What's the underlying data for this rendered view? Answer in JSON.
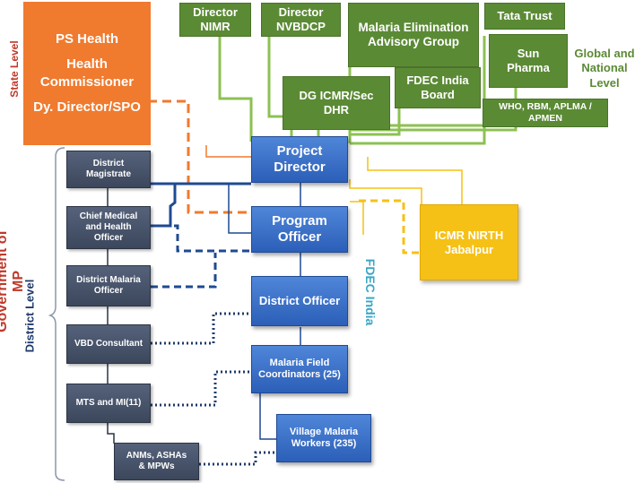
{
  "state_box": {
    "line1": "PS  Health",
    "line2": "Health",
    "line3": "Commissioner",
    "line4": "Dy. Director/SPO"
  },
  "green": {
    "director_nimr": "Director NIMR",
    "director_nvbdcp": "Director NVBDCP",
    "malaria_elim": "Malaria Elimination Advisory Group",
    "tata": "Tata Trust",
    "sun": "Sun Pharma",
    "fdec_board": "FDEC India Board",
    "dg_icmr": "DG ICMR/Sec DHR",
    "who": "WHO, RBM, APLMA / APMEN"
  },
  "global_label": "Global and National Level",
  "state_label": "State Level",
  "gov_label": "Government of MP",
  "district_label": "District Level",
  "fdec_label": "FDEC India",
  "blue": {
    "project_director": "Project Director",
    "program_officer": "Program Officer",
    "district_officer": "District Officer",
    "field_coord": "Malaria Field Coordinators (25)",
    "village_workers": "Village Malaria Workers (235)"
  },
  "yellow": {
    "icmr_nirth": "ICMR NIRTH Jabalpur"
  },
  "district": {
    "magistrate": "District Magistrate",
    "cmho": "Chief Medical and Health Officer",
    "dmo": "District Malaria Officer",
    "vbd": "VBD Consultant",
    "mts": "MTS and MI(11)",
    "anm": "ANMs, ASHAs & MPWs"
  },
  "colors": {
    "green": "#5b8a35",
    "blue": "#2c5fb8",
    "slate": "#3c475c",
    "orange": "#f07a2e",
    "yellow": "#f6c116",
    "state_red": "#c0392b",
    "fdec_teal": "#3aa6c5"
  }
}
